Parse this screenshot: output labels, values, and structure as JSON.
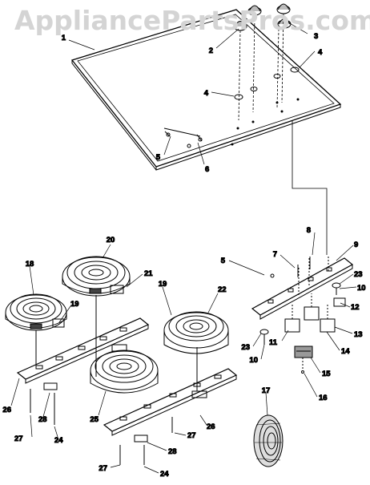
{
  "watermark": "AppliancePartsPros.com",
  "labels": [
    {
      "id": "1",
      "text": "1"
    },
    {
      "id": "2",
      "text": "2"
    },
    {
      "id": "3",
      "text": "3"
    },
    {
      "id": "4a",
      "text": "4"
    },
    {
      "id": "4b",
      "text": "4"
    },
    {
      "id": "5a",
      "text": "5"
    },
    {
      "id": "6",
      "text": "6"
    },
    {
      "id": "5b",
      "text": "5"
    },
    {
      "id": "7",
      "text": "7"
    },
    {
      "id": "8",
      "text": "8"
    },
    {
      "id": "9",
      "text": "9"
    },
    {
      "id": "23a",
      "text": "23"
    },
    {
      "id": "10a",
      "text": "10"
    },
    {
      "id": "12",
      "text": "12"
    },
    {
      "id": "13",
      "text": "13"
    },
    {
      "id": "11",
      "text": "11"
    },
    {
      "id": "14",
      "text": "14"
    },
    {
      "id": "23b",
      "text": "23"
    },
    {
      "id": "10b",
      "text": "10"
    },
    {
      "id": "15",
      "text": "15"
    },
    {
      "id": "16",
      "text": "16"
    },
    {
      "id": "17",
      "text": "17"
    },
    {
      "id": "18",
      "text": "18"
    },
    {
      "id": "19a",
      "text": "19"
    },
    {
      "id": "20",
      "text": "20"
    },
    {
      "id": "21",
      "text": "21"
    },
    {
      "id": "19b",
      "text": "19"
    },
    {
      "id": "22",
      "text": "22"
    },
    {
      "id": "25",
      "text": "25"
    },
    {
      "id": "26a",
      "text": "26"
    },
    {
      "id": "26b",
      "text": "26"
    },
    {
      "id": "27a",
      "text": "27"
    },
    {
      "id": "28a",
      "text": "28"
    },
    {
      "id": "24a",
      "text": "24"
    },
    {
      "id": "27b",
      "text": "27"
    },
    {
      "id": "28b",
      "text": "28"
    },
    {
      "id": "27c",
      "text": "27"
    },
    {
      "id": "24b",
      "text": "24"
    }
  ]
}
